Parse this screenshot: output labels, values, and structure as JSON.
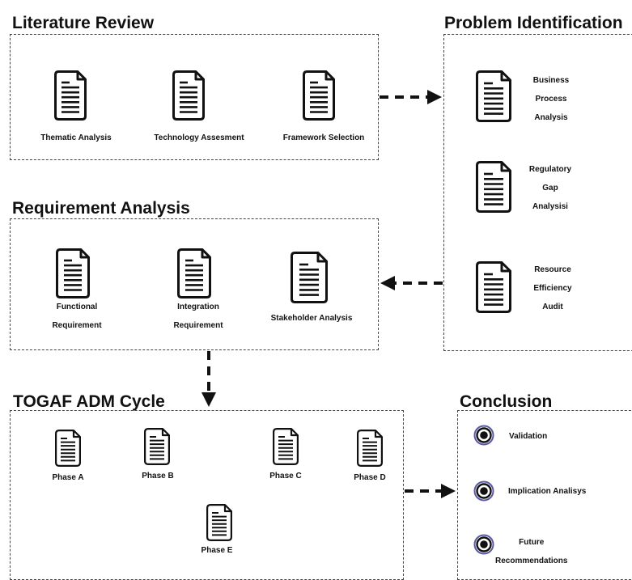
{
  "sections": {
    "literature_review": {
      "title": "Literature Review",
      "items": [
        "Thematic Analysis",
        "Technology Assesment",
        "Framework Selection"
      ]
    },
    "problem_identification": {
      "title": "Problem Identification",
      "items": [
        [
          "Business",
          "Process",
          "Analysis"
        ],
        [
          "Regulatory",
          "Gap",
          "Analysisi"
        ],
        [
          "Resource",
          "Efficiency",
          "Audit"
        ]
      ]
    },
    "requirement_analysis": {
      "title": "Requirement Analysis",
      "items": [
        [
          "Functional",
          "Requirement"
        ],
        [
          "Integration",
          "Requirement"
        ],
        [
          "Stakeholder Analysis"
        ]
      ]
    },
    "togaf": {
      "title": "TOGAF ADM Cycle",
      "items": [
        "Phase A",
        "Phase B",
        "Phase C",
        "Phase D",
        "Phase E"
      ]
    },
    "conclusion": {
      "title": "Conclusion",
      "items": [
        [
          "Validation"
        ],
        [
          "Implication Analisys"
        ],
        [
          "Future",
          "Recommendations"
        ]
      ]
    }
  },
  "colors": {
    "stroke": "#111111",
    "target_ring": "#5a5aa0",
    "border": "#444444"
  },
  "icons": {
    "document": "document-icon",
    "target": "target-icon"
  }
}
